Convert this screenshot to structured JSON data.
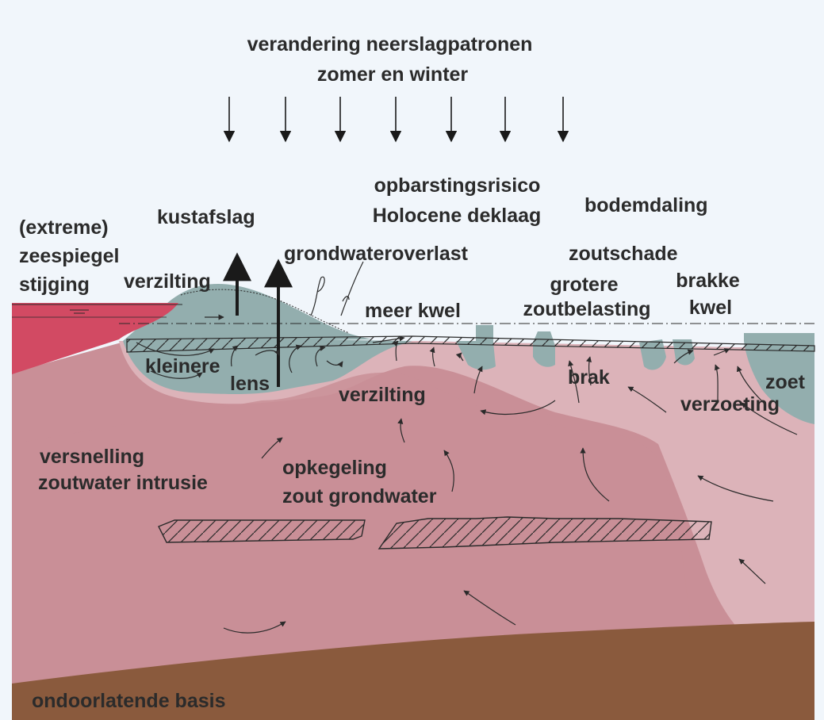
{
  "colors": {
    "sky": "#f1f6fb",
    "sea": "#d24a63",
    "saline_deep": "#c98f97",
    "brackish": "#dcb3b9",
    "fresh": "#93aeae",
    "impermeable_base": "#8a5a3d",
    "text": "#2b2b2b"
  },
  "labels": {
    "precipitation": [
      "verandering neerslagpatronen",
      "zomer en winter"
    ],
    "sea_level": [
      "(extreme)",
      "zeespiegel",
      "stijging"
    ],
    "coastal_erosion": "kustafslag",
    "salinization_top": "verzilting",
    "uplift_risk": [
      "opbarstingsrisico",
      "Holocene deklaag"
    ],
    "groundwater_nuisance": "grondwateroverlast",
    "subsidence": "bodemdaling",
    "salt_damage": "zoutschade",
    "more_seepage": "meer kwel",
    "higher_salt_load": [
      "grotere",
      "zoutbelasting"
    ],
    "brackish_seepage": [
      "brakke",
      "kwel"
    ],
    "smaller": "kleinere",
    "lens": "lens",
    "salinization_mid": "verzilting",
    "brackish": "brak",
    "fresh": "zoet",
    "freshening": "verzoeting",
    "intrusion": [
      "versnelling",
      "zoutwater intrusie"
    ],
    "upconing": [
      "opkegeling",
      "zout grondwater"
    ],
    "base": "ondoorlatende basis"
  }
}
